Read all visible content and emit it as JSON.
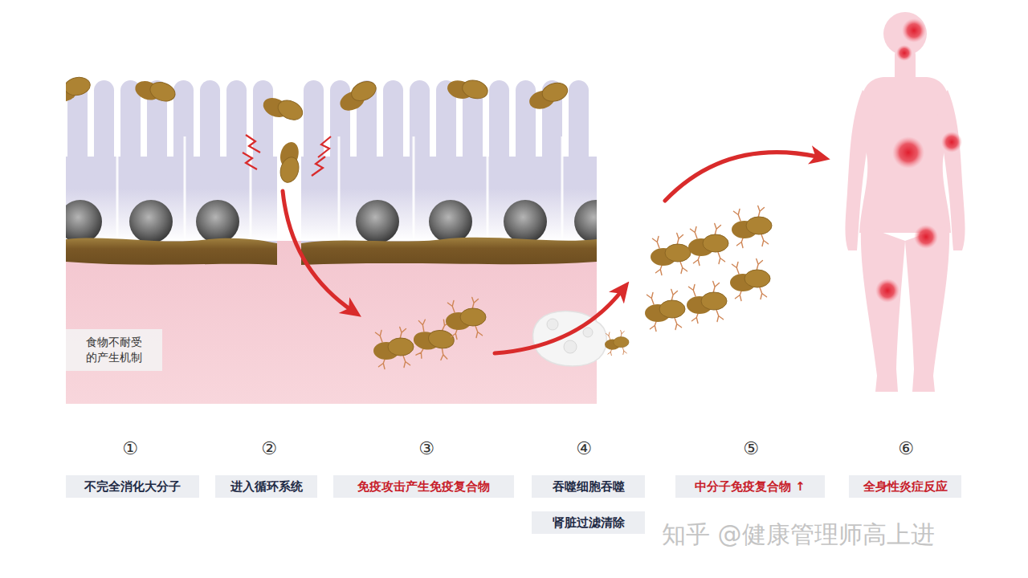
{
  "diagram": {
    "nodes": [
      {
        "text": [
          "食物不耐受 的产生机制"
        ]
      },
      {
        "text": [
          "不完全消化大分子"
        ]
      },
      {
        "text": [
          "进入循环系统"
        ]
      },
      {
        "text": [
          "免疫攻击产生免疫复合物"
        ]
      },
      {
        "text": [
          "吞噬细胞吞噬"
        ]
      },
      {
        "text": [
          "肾脏过滤清除"
        ]
      },
      {
        "text": [
          "中分子免疫复合物 ↑"
        ]
      },
      {
        "text": [
          "全身性炎症反应"
        ]
      }
    ],
    "labels": [
      "①",
      "②",
      "③",
      "④",
      "⑤",
      "⑥",
      "知乎 @健康管理师高上进"
    ]
  }
}
